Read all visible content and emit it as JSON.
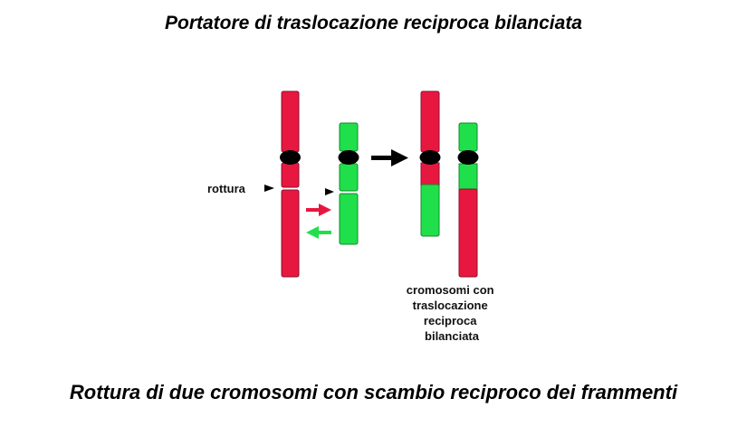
{
  "title": "Portatore di traslocazione reciproca bilanciata",
  "caption": "Rottura di due cromosomi con scambio reciproco dei frammenti",
  "diagram": {
    "break_label": "rottura",
    "result_label_lines": [
      "cromosomi con",
      "traslocazione",
      "reciproca",
      "bilanciata"
    ]
  },
  "colors": {
    "red_chromosome": "#e8173f",
    "green_chromosome": "#1fe04a",
    "centromere": "#000000",
    "red_arrow": "#e8173f",
    "green_arrow": "#1fe04a",
    "transform_arrow": "#000000"
  }
}
